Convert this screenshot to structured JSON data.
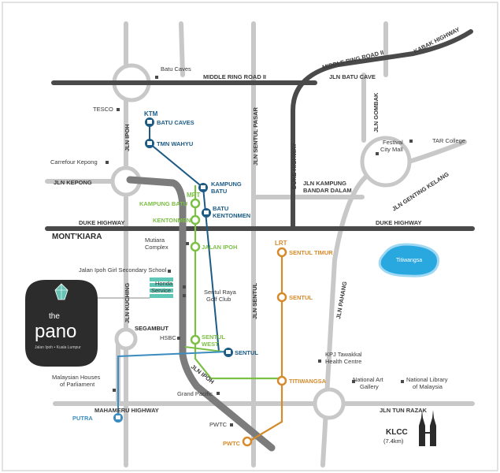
{
  "roads": {
    "middle_ring_road_ii": "MIDDLE RING ROAD II",
    "middle_ring_road_ii_ne": "MIDDLE RING ROAD II",
    "kabak_highway": "KABAK HIGHWAY",
    "jln_batu_cave": "JLN BATU CAVE",
    "jln_gombak": "JLN GOMBAK",
    "jln_ipoh_north": "JLN IPOH",
    "jln_sentul_pasar": "JLN SENTUL PASAR",
    "duke_highway_vertical": "DUKE HIGHWAY",
    "jln_kepong": "JLN KEPONG",
    "jln_kampung_bandar_dalam_1": "JLN KAMPUNG",
    "jln_kampung_bandar_dalam_2": "BANDAR DALAM",
    "jln_genting_kelang": "JLN GENTING KELANG",
    "duke_highway_west": "DUKE HIGHWAY",
    "duke_highway_east": "DUKE HIGHWAY",
    "jln_kuching": "JLN KUCHING",
    "jln_sentul": "JLN SENTUL",
    "jln_pahang": "JLN PAHANG",
    "jln_ipoh_south": "JLN IPOH",
    "mahameru_highway": "MAHAMERU HIGHWAY",
    "jln_tun_razak": "JLN TUN RAZAK"
  },
  "places": {
    "batu_caves": "Batu Caves",
    "tesco": "TESCO",
    "carrefour_kepong": "Carrefour Kepong",
    "festival_city_mall_1": "Festival",
    "festival_city_mall_2": "City Mall",
    "tar_college": "TAR College",
    "mont_kiara": "MONT'KIARA",
    "mutiara_complex_1": "Mutiara",
    "mutiara_complex_2": "Complex",
    "jalan_ipoh_girl_school": "Jalan Ipoh Girl Secondary School",
    "honda_service_1": "Honda",
    "honda_service_2": "Service",
    "sentul_raya_golf_club_1": "Sentul Raya",
    "sentul_raya_golf_club_2": "Golf Club",
    "titiwangsa_lake": "Titiwangsa",
    "segambut": "SEGAMBUT",
    "hsbc": "HSBC",
    "kpj_tawakkal_1": "KPJ Tawakkal",
    "kpj_tawakkal_2": "Health Centre",
    "parliament_1": "Malaysian Houses",
    "parliament_2": "of Parliament",
    "national_art_gallery_1": "National Art",
    "national_art_gallery_2": "Gallery",
    "national_library_1": "National Library",
    "national_library_2": "of Malaysia",
    "grand_pacific": "Grand Pacific",
    "pwtc": "PWTC",
    "klcc": "KLCC",
    "klcc_distance": "(7.4km)"
  },
  "lines": {
    "ktm": "KTM",
    "mrt": "MRT",
    "lrt": "LRT"
  },
  "stations": {
    "batu_caves": "BATU CAVES",
    "tmn_wahyu": "TMN WAHYU",
    "kampung_batu_ktm_1": "KAMPUNG",
    "kampung_batu_ktm_2": "BATU",
    "batu_kentonmen_1": "BATU",
    "batu_kentonmen_2": "KENTONMEN",
    "kampung_batu_mrt": "KAMPUNG BATU",
    "kentonmen": "KENTONMEN",
    "jalan_ipoh": "JALAN IPOH",
    "sentul_west_1": "SENTUL",
    "sentul_west_2": "WEST",
    "sentul_ktm": "SENTUL",
    "sentul_timur": "SENTUL TIMUR",
    "sentul_lrt": "SENTUL",
    "titiwangsa": "TITIWANGSA",
    "putra": "PUTRA",
    "pwtc": "PWTC"
  },
  "logo": {
    "name_the": "the",
    "name_pano": "pano",
    "tagline": "Jalan Ipoh • Kuala Lumpur"
  },
  "colors": {
    "road": "#4a4a4a",
    "minor_road": "#bdbdbd",
    "ktm": "#1c5b86",
    "mrt": "#7cbf45",
    "lrt": "#d58b2b",
    "putra": "#3b8dbf",
    "lake": "#29a8e0",
    "logo_bg": "#2c2c2c"
  }
}
